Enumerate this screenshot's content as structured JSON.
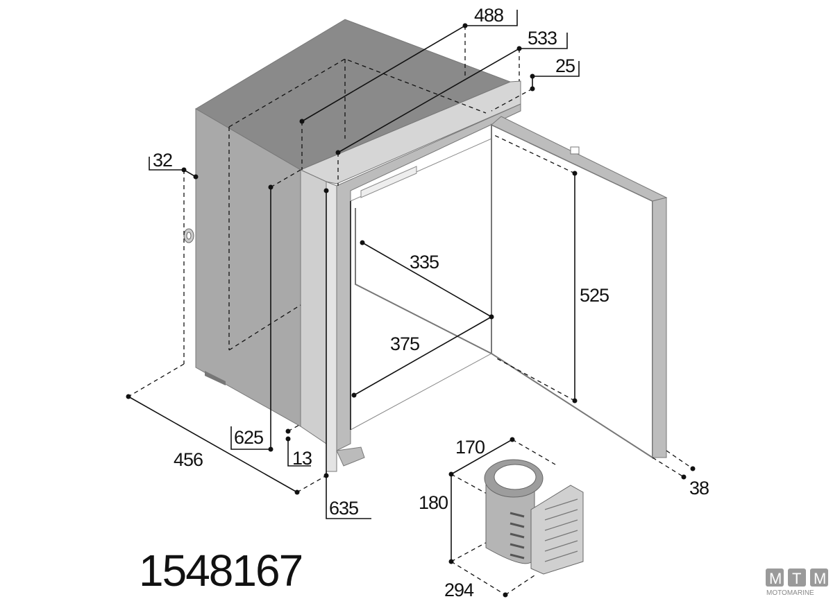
{
  "diagram": {
    "model_number": "1548167",
    "dimensions": {
      "top_depth_inner": "488",
      "top_depth_outer": "533",
      "frame_offset": "25",
      "side_offset": "32",
      "side_depth": "456",
      "cabinet_height": "625",
      "base_offset": "13",
      "frame_height": "635",
      "interior_depth": "335",
      "interior_width": "375",
      "interior_height": "525",
      "door_thickness": "38",
      "unit_width": "170",
      "unit_height": "180",
      "unit_depth": "294"
    }
  },
  "logo": {
    "letters": [
      "M",
      "T",
      "M"
    ],
    "text": "MOTOMARINE"
  },
  "colors": {
    "top": "#8a8a8a",
    "side": "#a8a8a8",
    "frame": "#d6d6d6",
    "door_edge": "#bdbdbd",
    "ink": "#111111"
  }
}
